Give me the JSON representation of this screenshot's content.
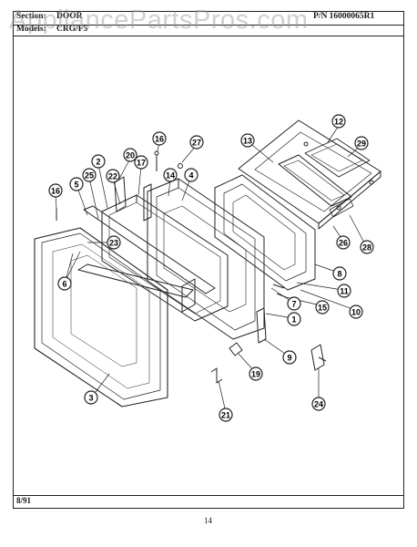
{
  "header": {
    "section_label": "Section:",
    "section_value": "DOOR",
    "part_number": "P/N 16000065R1",
    "models_label": "Models:",
    "models_value": "CRG/F5"
  },
  "watermark": "AppliancePartsPros.com",
  "footer": {
    "date": "8/91",
    "page_number": "14"
  },
  "callouts": [
    "12",
    "13",
    "29",
    "16",
    "27",
    "20",
    "14",
    "4",
    "2",
    "22",
    "25",
    "5",
    "17",
    "23",
    "6",
    "3",
    "26",
    "28",
    "8",
    "11",
    "7",
    "15",
    "10",
    "1",
    "9",
    "19",
    "21",
    "24"
  ],
  "colors": {
    "ink": "#1a1a1a",
    "watermark": "#9a9a9a",
    "paper": "#ffffff"
  }
}
